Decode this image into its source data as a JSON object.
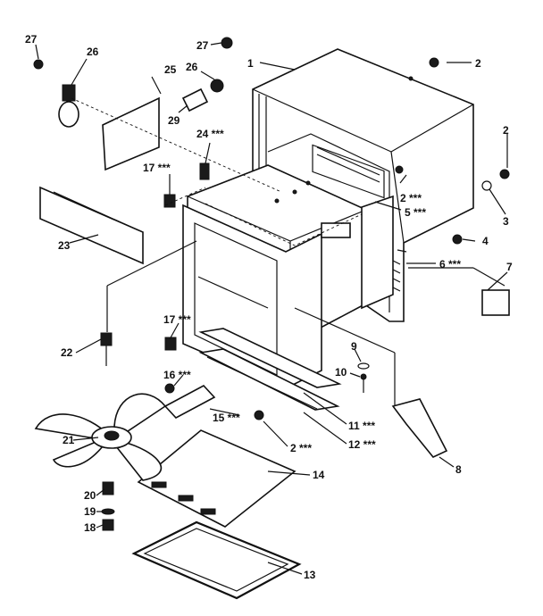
{
  "callouts": [
    {
      "id": "c1",
      "text": "1"
    },
    {
      "id": "c2a",
      "text": "2"
    },
    {
      "id": "c2b",
      "text": "2"
    },
    {
      "id": "c2c",
      "text": "2 ***"
    },
    {
      "id": "c2d",
      "text": "2 ***"
    },
    {
      "id": "c3",
      "text": "3"
    },
    {
      "id": "c4",
      "text": "4"
    },
    {
      "id": "c5",
      "text": "5 ***"
    },
    {
      "id": "c6",
      "text": "6 ***"
    },
    {
      "id": "c7",
      "text": "7"
    },
    {
      "id": "c8",
      "text": "8"
    },
    {
      "id": "c9",
      "text": "9"
    },
    {
      "id": "c10",
      "text": "10"
    },
    {
      "id": "c11",
      "text": "11 ***"
    },
    {
      "id": "c12",
      "text": "12 ***"
    },
    {
      "id": "c13",
      "text": "13"
    },
    {
      "id": "c14",
      "text": "14"
    },
    {
      "id": "c15",
      "text": "15 ***"
    },
    {
      "id": "c16",
      "text": "16 ***"
    },
    {
      "id": "c17a",
      "text": "17 ***"
    },
    {
      "id": "c17b",
      "text": "17 ***"
    },
    {
      "id": "c18",
      "text": "18"
    },
    {
      "id": "c19",
      "text": "19"
    },
    {
      "id": "c20",
      "text": "20"
    },
    {
      "id": "c21",
      "text": "21"
    },
    {
      "id": "c22",
      "text": "22"
    },
    {
      "id": "c23",
      "text": "23"
    },
    {
      "id": "c24",
      "text": "24 ***"
    },
    {
      "id": "c25",
      "text": "25"
    },
    {
      "id": "c26a",
      "text": "26"
    },
    {
      "id": "c26b",
      "text": "26"
    },
    {
      "id": "c27a",
      "text": "27"
    },
    {
      "id": "c27b",
      "text": "27"
    },
    {
      "id": "c29",
      "text": "29"
    }
  ],
  "colors": {
    "ink": "#111111",
    "paper": "#ffffff"
  }
}
